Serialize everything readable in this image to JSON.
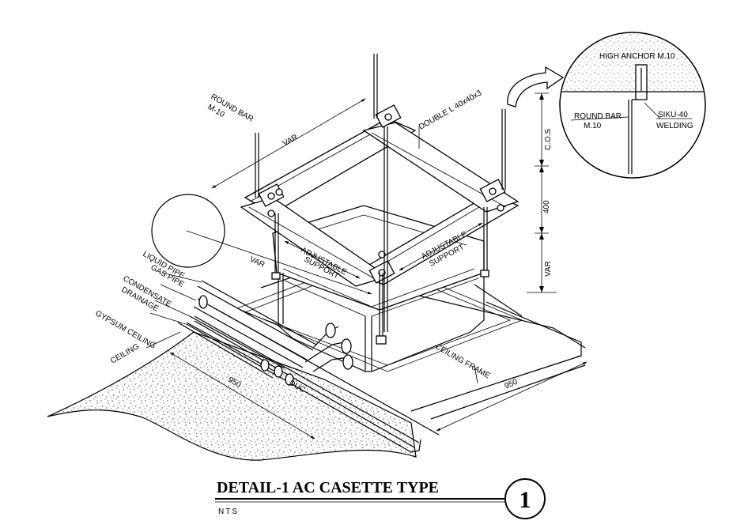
{
  "title": "DETAIL-1 AC CASETTE TYPE",
  "scale_note": "NTS",
  "detail_number": "1",
  "labels": {
    "round_bar": "ROUND BAR",
    "round_bar_size": "M-10",
    "double_l": "DOUBLE L 40x40x3",
    "var_top": "VAR",
    "var_left": "VAR",
    "var_right": "VAR",
    "cos": "C.O.S",
    "dim_400": "400",
    "adjustable_support_left": [
      "ADJUSTABLE",
      "SUPPORT"
    ],
    "adjustable_support_right": [
      "ADJUSTABLE",
      "SUPPORT"
    ],
    "liquid_pipe": "LIQUID PIPE",
    "gas_pipe": "GAS PIPE",
    "condensate_drainage": [
      "CONDENSATE",
      "DRAINAGE"
    ],
    "gypsum_ceiling": "GYPSUM CEILING",
    "ceiling": "CEILING",
    "ceiling_frame": "CEILING FRAME",
    "dim_950_left": "950",
    "dim_950_right": "950",
    "duc": "DUC"
  },
  "inset": {
    "high_anchor": "HIGH ANCHOR M.10",
    "round_bar": "ROUND BAR",
    "round_bar_size": "M.10",
    "siku": "SIKU-40",
    "welding": "WELDING"
  },
  "colors": {
    "line": "#000000",
    "background": "#ffffff"
  }
}
